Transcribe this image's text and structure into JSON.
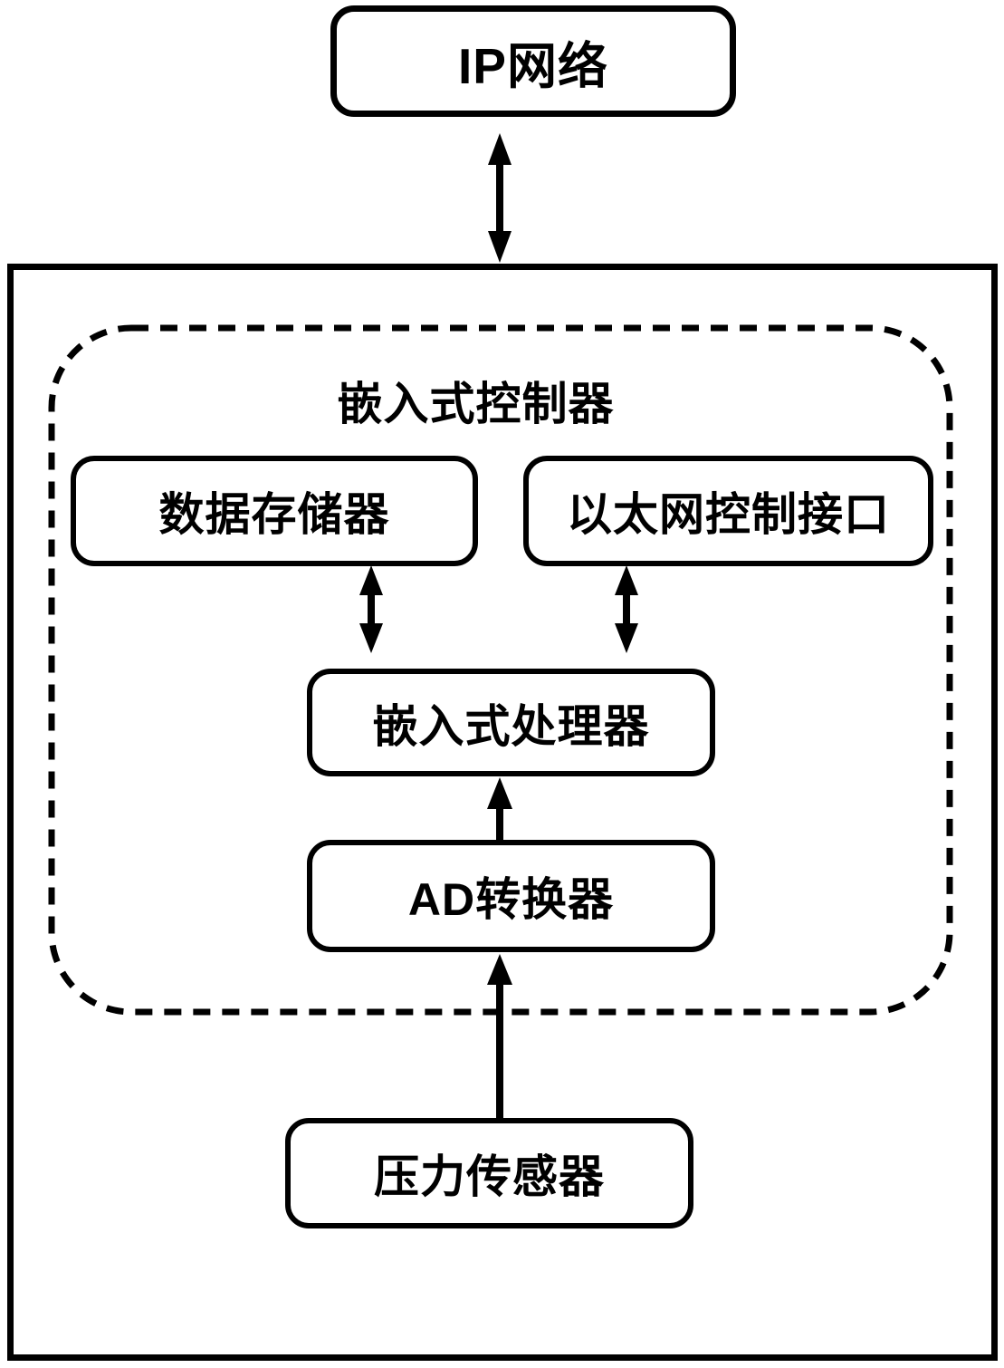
{
  "nodes": {
    "ip_network": {
      "label": "IP网络"
    },
    "embedded_controller": {
      "label": "嵌入式控制器"
    },
    "data_storage": {
      "label": "数据存储器"
    },
    "ethernet_interface": {
      "label": "以太网控制接口"
    },
    "embedded_processor": {
      "label": "嵌入式处理器"
    },
    "ad_converter": {
      "label": "AD转换器"
    },
    "pressure_sensor": {
      "label": "压力传感器"
    }
  },
  "connections": [
    {
      "from": "ip_network",
      "to": "outer_board",
      "type": "bidirectional"
    },
    {
      "from": "data_storage",
      "to": "embedded_processor",
      "type": "bidirectional"
    },
    {
      "from": "ethernet_interface",
      "to": "embedded_processor",
      "type": "bidirectional"
    },
    {
      "from": "ad_converter",
      "to": "embedded_processor",
      "type": "unidirectional-up"
    },
    {
      "from": "pressure_sensor",
      "to": "ad_converter",
      "type": "unidirectional-up"
    }
  ],
  "colors": {
    "line": "#000000",
    "background": "#ffffff"
  }
}
